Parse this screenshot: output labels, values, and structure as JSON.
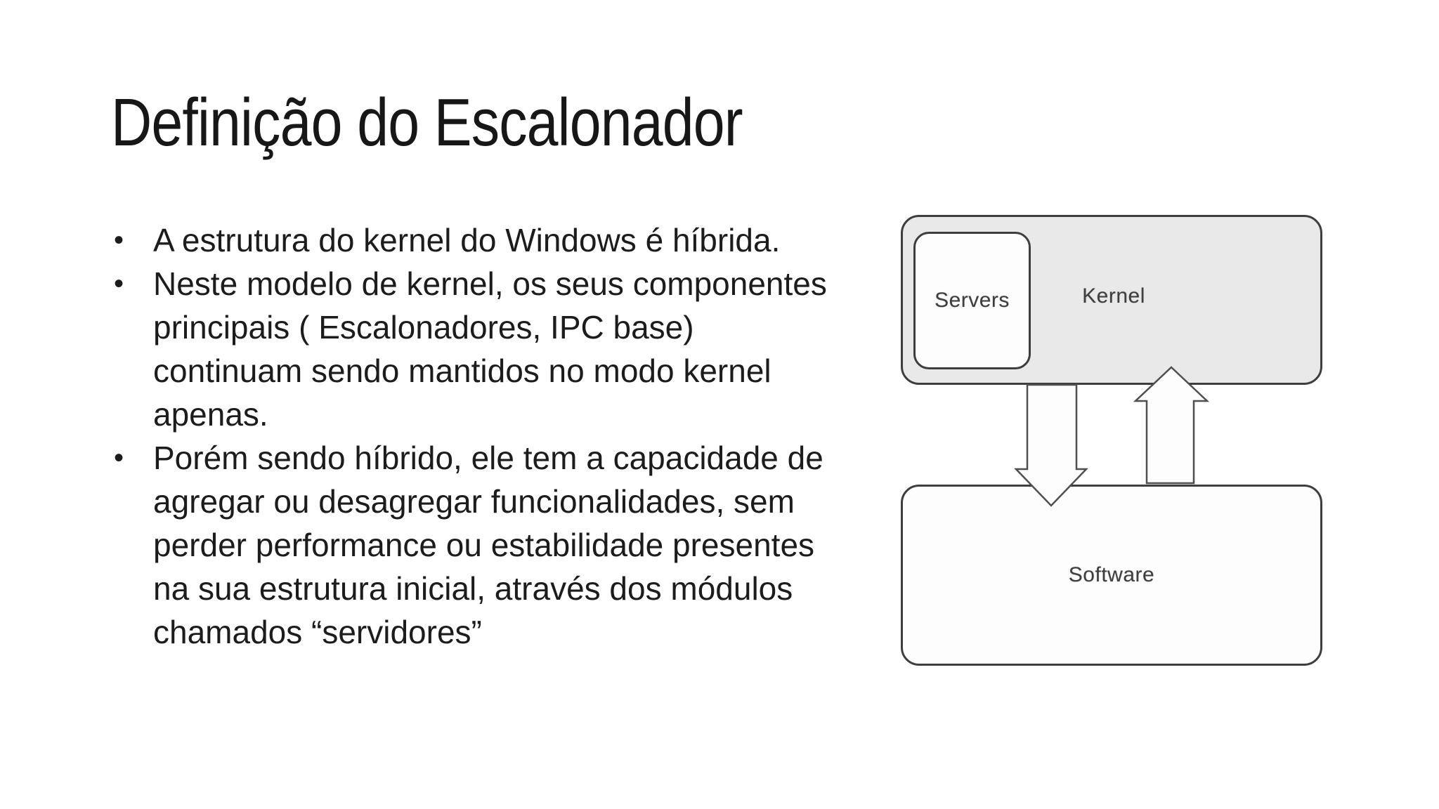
{
  "slide": {
    "title": "Definição do Escalonador",
    "bullet_char": "•",
    "bullets": [
      {
        "lines": [
          "A estrutura do kernel do Windows é híbrida."
        ]
      },
      {
        "lines": [
          "Neste modelo de kernel, os seus componentes",
          "principais ( Escalonadores, IPC base)",
          "continuam sendo mantidos no modo kernel",
          "apenas."
        ]
      },
      {
        "lines": [
          "Porém sendo híbrido, ele tem a capacidade de",
          "agregar ou desagregar funcionalidades, sem",
          "perder performance ou estabilidade presentes",
          "na sua estrutura inicial, através dos módulos",
          "chamados “servidores”"
        ]
      }
    ]
  },
  "diagram": {
    "kernel_label": "Kernel",
    "servers_label": "Servers",
    "software_label": "Software"
  },
  "colors": {
    "page-bg": "#ffffff",
    "title-color": "#171717",
    "text-color": "#1c1c1c",
    "box-border": "#3e3e3e",
    "kernel-fill": "#e9e9e9",
    "box-fill": "#fdfdfd",
    "arrow-stroke": "#4f4f4f",
    "label-color": "#3f3f3f"
  }
}
